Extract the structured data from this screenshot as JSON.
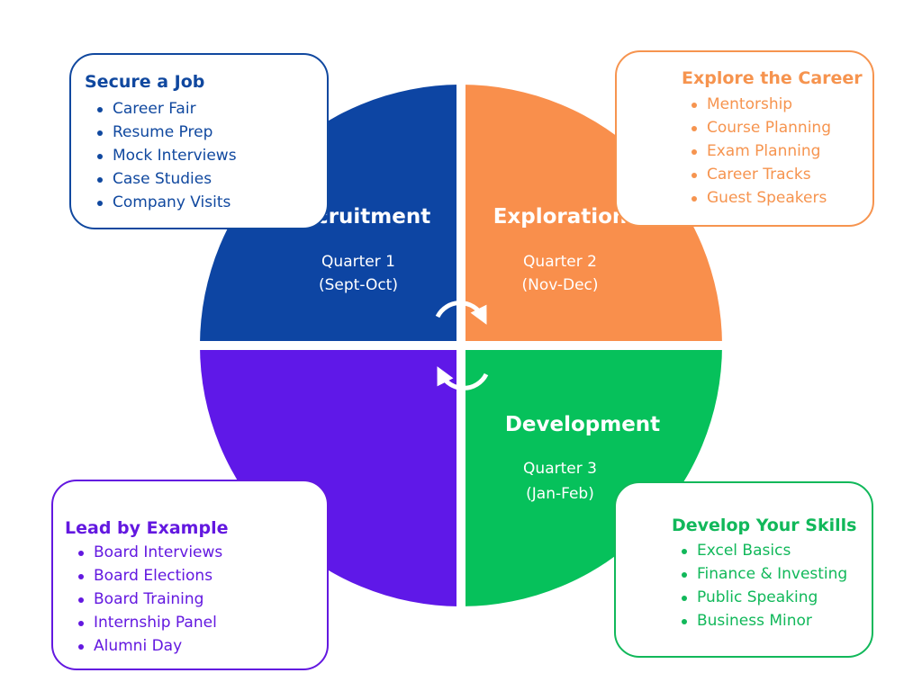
{
  "colors": {
    "recruitment": "#0d45a3",
    "exploration": "#f98f4c",
    "development": "#06c15b",
    "leadership": "#5f18e8",
    "divider": "#ffffff"
  },
  "quadrants": [
    {
      "title": "Recruitment",
      "quarter": "Quarter 1",
      "period": "(Sept-Oct)"
    },
    {
      "title": "Exploration",
      "quarter": "Quarter 2",
      "period": "(Nov-Dec)"
    },
    {
      "title": "Development",
      "quarter": "Quarter 3",
      "period": "(Jan-Feb)"
    }
  ],
  "cards": {
    "secure_job": {
      "title": "Secure a Job",
      "items": [
        "Career Fair",
        "Resume Prep",
        "Mock Interviews",
        "Case Studies",
        "Company Visits"
      ]
    },
    "explore_career": {
      "title": "Explore the Career",
      "items": [
        "Mentorship",
        "Course Planning",
        "Exam Planning",
        "Career Tracks",
        "Guest Speakers"
      ]
    },
    "develop_skills": {
      "title": "Develop Your Skills",
      "items": [
        "Excel Basics",
        "Finance & Investing",
        "Public Speaking",
        "Business Minor"
      ]
    },
    "lead_example": {
      "title": "Lead by Example",
      "items": [
        "Board Interviews",
        "Board Elections",
        "Board Training",
        "Internship Panel",
        "Alumni Day"
      ]
    }
  },
  "icons": {
    "cycle": "cycle-arrows-icon"
  }
}
